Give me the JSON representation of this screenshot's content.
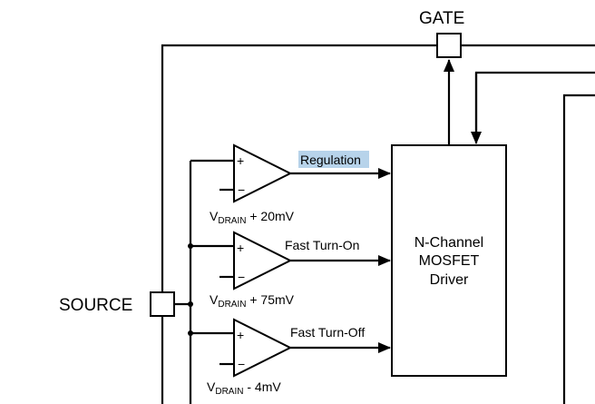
{
  "pins": {
    "gate": "GATE",
    "source": "SOURCE"
  },
  "driver": {
    "line1": "N-Channel",
    "line2": "MOSFET",
    "line3": "Driver"
  },
  "comparators": [
    {
      "output": "Regulation",
      "threshold_main": "V",
      "threshold_sub": "DRAIN",
      "threshold_rest": " + 20mV"
    },
    {
      "output": "Fast Turn-On",
      "threshold_main": "V",
      "threshold_sub": "DRAIN",
      "threshold_rest": " + 75mV"
    },
    {
      "output": "Fast Turn-Off",
      "threshold_main": "V",
      "threshold_sub": "DRAIN",
      "threshold_rest": " - 4mV"
    }
  ],
  "comparator_symbols": {
    "plus": "+",
    "minus": "−"
  },
  "colors": {
    "highlight": "#b7d3ea",
    "line": "#000000"
  }
}
